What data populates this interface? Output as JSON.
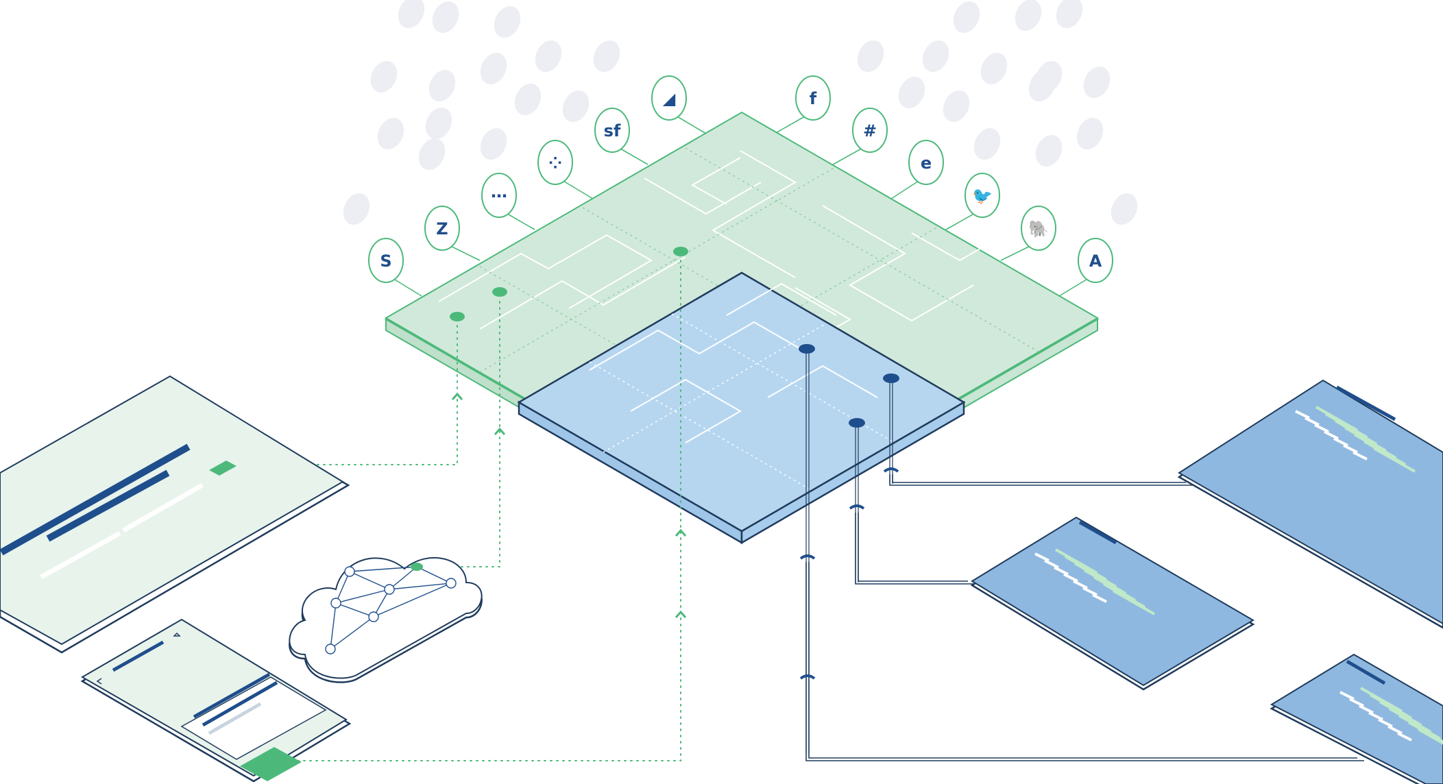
{
  "colors": {
    "background": "#ffffff",
    "green_fill": "#d1e9da",
    "green_stroke": "#4cb97a",
    "blue_fill": "#b6d6f0",
    "blue_stroke": "#1f3b5c",
    "navy": "#1f4e8c",
    "doc_blue": "#8fb8e0",
    "dot_gray": "#eceef3",
    "light_green_bar": "#bfe9c8"
  },
  "integrations": [
    {
      "name": "stitch-icon",
      "glyph": "S"
    },
    {
      "name": "zendesk-icon",
      "glyph": "Z"
    },
    {
      "name": "segment-icon",
      "glyph": "⋯"
    },
    {
      "name": "twilio-icon",
      "glyph": "⁘"
    },
    {
      "name": "salesforce-icon",
      "glyph": "sf"
    },
    {
      "name": "jira-icon",
      "glyph": "◢"
    },
    {
      "name": "facebook-icon",
      "glyph": "f"
    },
    {
      "name": "slack-icon",
      "glyph": "#"
    },
    {
      "name": "eloqua-icon",
      "glyph": "e"
    },
    {
      "name": "twitter-icon",
      "glyph": "🐦"
    },
    {
      "name": "postgres-icon",
      "glyph": "🐘"
    },
    {
      "name": "adwords-icon",
      "glyph": "A"
    }
  ]
}
